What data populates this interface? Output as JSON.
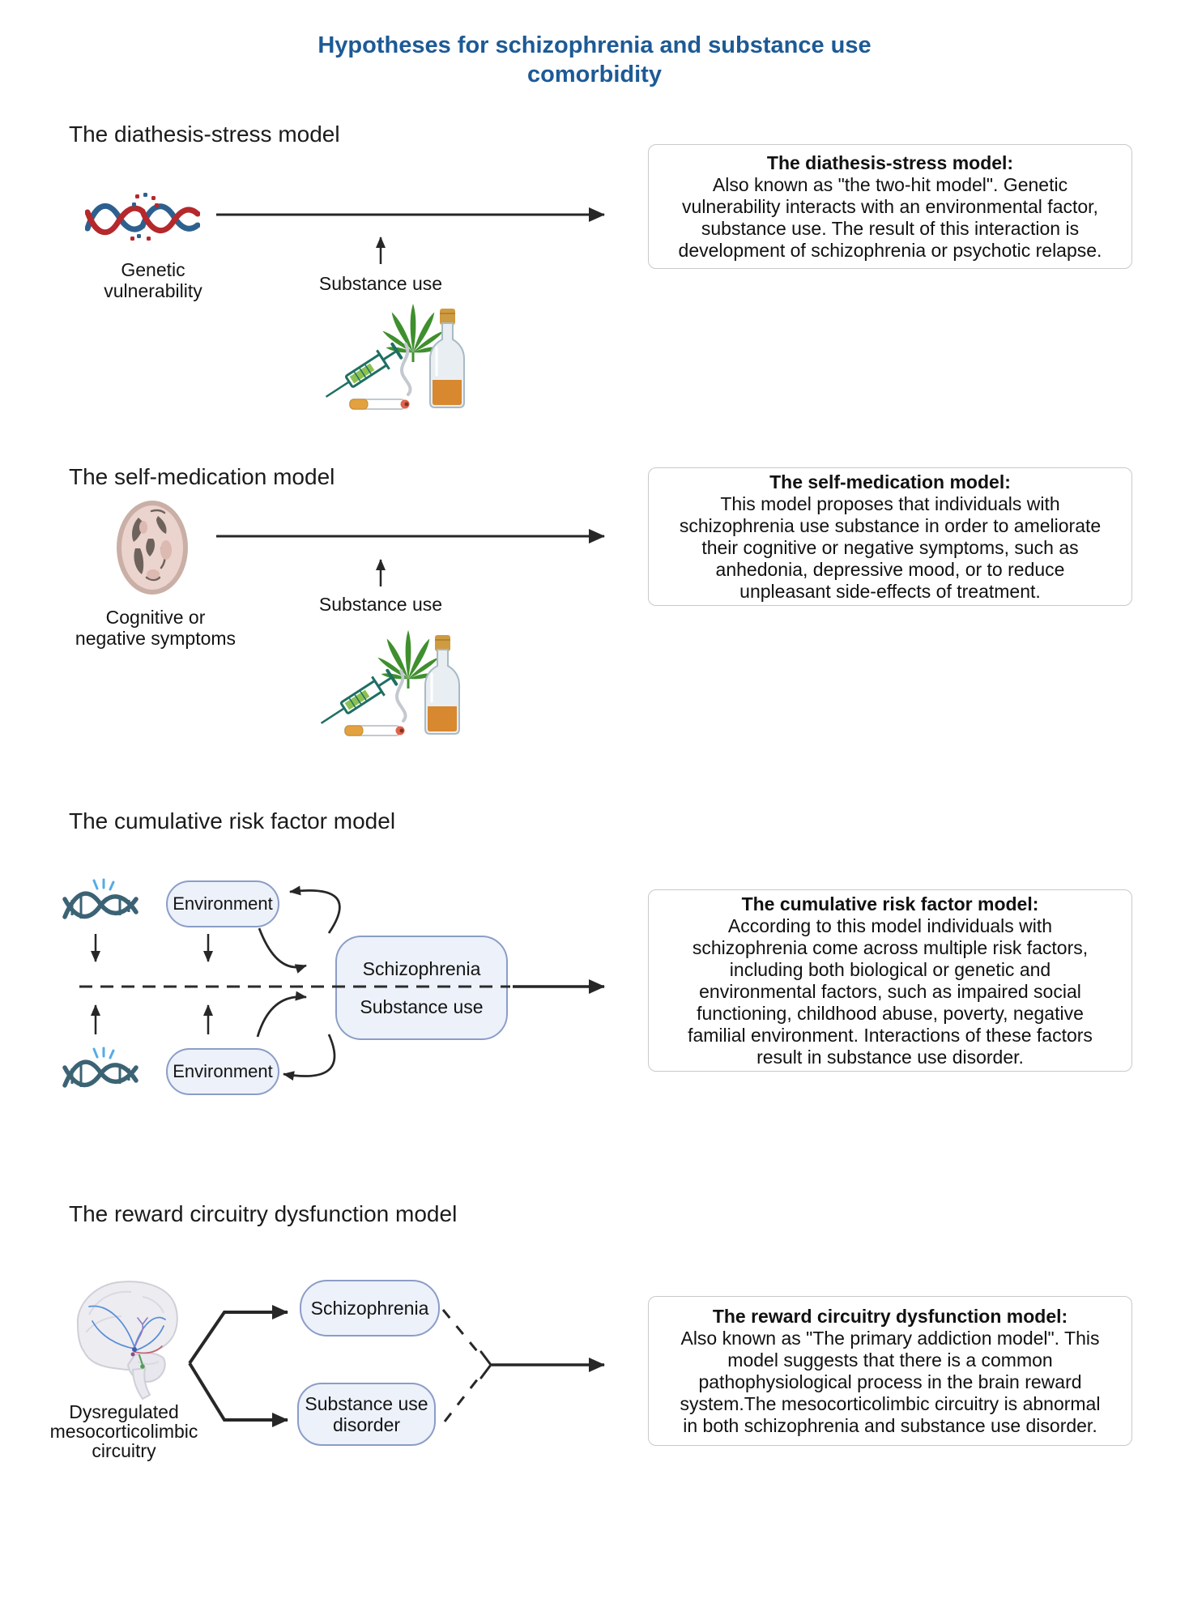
{
  "page": {
    "title_lines": [
      "Hypotheses for schizophrenia and substance use",
      "comorbidity"
    ]
  },
  "colors": {
    "title_blue": "#1d5a96",
    "node_fill": "#edf1fa",
    "node_border": "#8b9dc7",
    "infobox_border": "#c9c9c9",
    "arrow": "#272727",
    "dna_red": "#b5282c",
    "dna_blue": "#2d608f",
    "dna_teal": "#3b6374",
    "spark_blue": "#55abe5",
    "leaf_green": "#3f8f2e"
  },
  "sections": [
    {
      "heading": "The diathesis-stress model",
      "left_label_lines": [
        "Genetic",
        "vulnerability"
      ],
      "substance_label": "Substance use",
      "infobox": {
        "title": "The diathesis-stress model:",
        "body_lines": [
          "Also known as \"the two-hit model\". Genetic",
          "vulnerability interacts with an environmental factor,",
          "substance use. The result of this interaction is",
          "development of schizophrenia or psychotic relapse."
        ]
      }
    },
    {
      "heading": "The self-medication model",
      "left_label_lines": [
        "Cognitive or",
        "negative symptoms"
      ],
      "substance_label": "Substance use",
      "infobox": {
        "title": "The self-medication model:",
        "body_lines": [
          "This model proposes that individuals with",
          "schizophrenia use substance in order to ameliorate",
          "their cognitive or negative symptoms, such as",
          "anhedonia, depressive mood, or to reduce",
          "unpleasant side-effects of treatment."
        ]
      }
    },
    {
      "heading": "The cumulative risk factor model",
      "env_top_label": "Environment",
      "env_bottom_label": "Environment",
      "node": {
        "top_label": "Schizophrenia",
        "bottom_label": "Substance use"
      },
      "infobox": {
        "title": "The cumulative risk factor model:",
        "body_lines": [
          "According to this model individuals with",
          "schizophrenia come across multiple risk factors,",
          "including both biological or genetic and",
          "environmental factors, such as impaired social",
          "functioning, childhood abuse, poverty, negative",
          "familial environment. Interactions of these factors",
          "result in substance use disorder."
        ]
      }
    },
    {
      "heading": "The reward circuitry dysfunction model",
      "left_label_lines": [
        "Dysregulated",
        "mesocorticolimbic",
        "circuitry"
      ],
      "node_schizophrenia": "Schizophrenia",
      "node_sud_lines": [
        "Substance use",
        "disorder"
      ],
      "infobox": {
        "title": "The reward circuitry dysfunction model:",
        "body_lines": [
          "Also known as \"The primary addiction model\". This",
          "model suggests that there is a common",
          "pathophysiological process in the brain reward",
          "system.The mesocorticolimbic circuitry is abnormal",
          "in both schizophrenia and substance use disorder."
        ]
      }
    }
  ]
}
